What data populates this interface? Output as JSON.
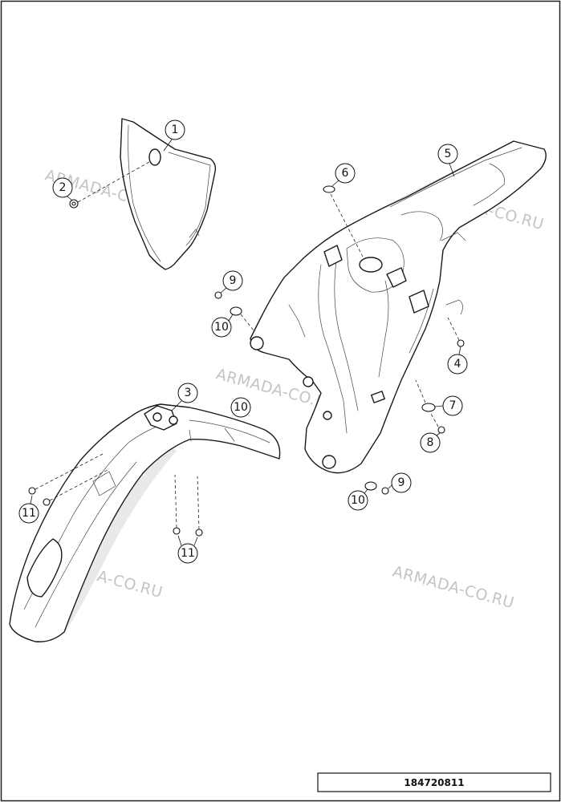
{
  "diagram": {
    "drawing_code": "184720811",
    "watermark_text": "ARMADA-CO.RU",
    "callouts": [
      "1",
      "2",
      "3",
      "4",
      "5",
      "6",
      "7",
      "8",
      "9",
      "10",
      "9",
      "10",
      "11",
      "11"
    ]
  }
}
